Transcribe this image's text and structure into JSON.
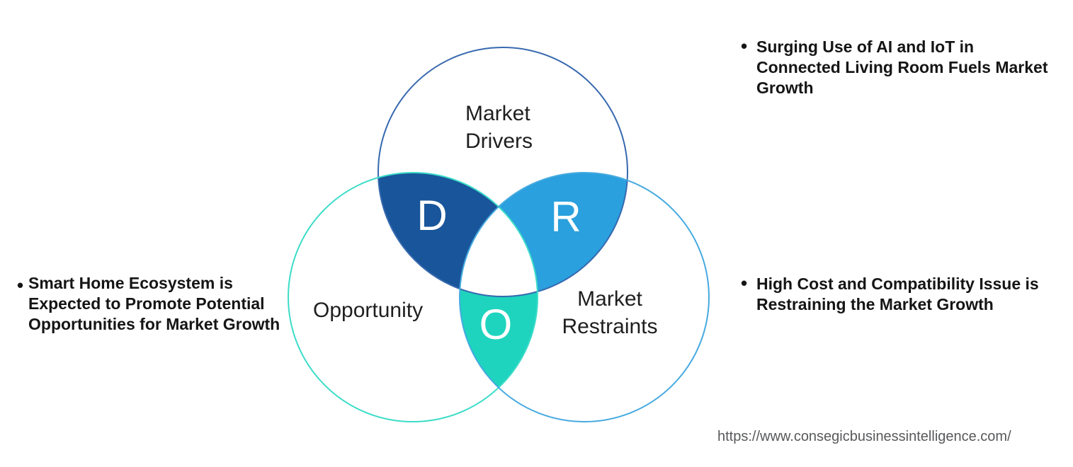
{
  "venn": {
    "drivers_label": [
      "Market",
      "Drivers"
    ],
    "opportunity_label": "Opportunity",
    "restraints_label": [
      "Market",
      "Restraints"
    ],
    "letters": {
      "d": "D",
      "r": "R",
      "o": "O"
    },
    "colors": {
      "drivers_stroke": "#3769AF",
      "opportunity_stroke": "#3CDCC8",
      "restraints_stroke": "#46AAE0",
      "drivers_opportunity_fill": "#19559A",
      "drivers_restraints_fill": "#2AA0DE",
      "opportunity_restraints_fill": "#1ED4BE",
      "center_fill": "#FFFFFF"
    }
  },
  "annotations": {
    "left": {
      "bullet": "•",
      "lines": [
        "Smart Home Ecosystem is",
        "Expected to Promote Potential",
        "Opportunities for Market Growth"
      ]
    },
    "top_right": {
      "bullet": "•",
      "lines": [
        "Surging Use of AI and IoT in",
        "Connected Living Room Fuels Market",
        "Growth"
      ]
    },
    "bottom_right": {
      "bullet": "•",
      "lines": [
        "High Cost and Compatibility Issue is",
        "Restraining the Market Growth"
      ]
    }
  },
  "footer": {
    "url": "https://www.consegicbusinessintelligence.com/"
  }
}
